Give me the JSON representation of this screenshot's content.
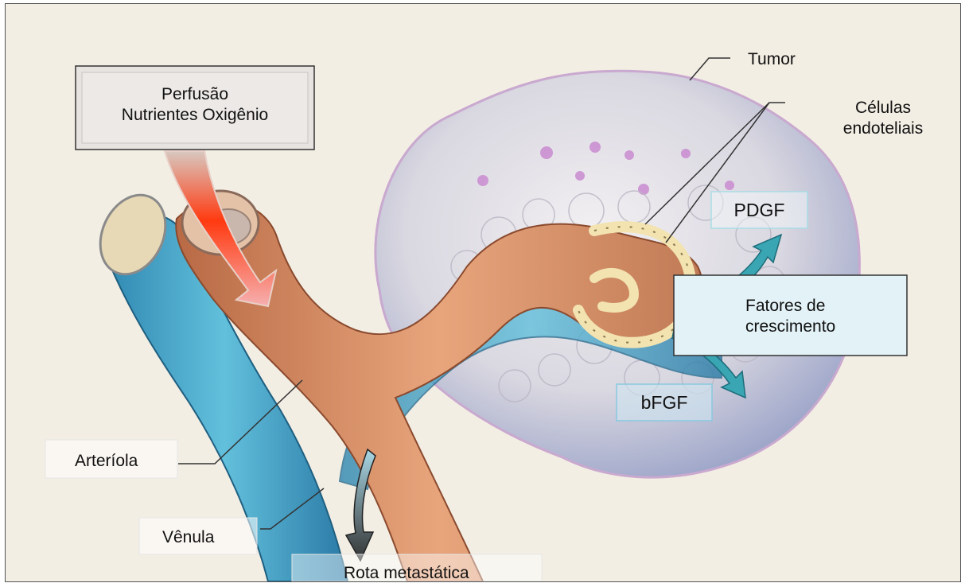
{
  "labels": {
    "perfusion_line1": "Perfusão",
    "perfusion_line2": "Nutrientes Oxigênio",
    "tumor": "Tumor",
    "endothelial_line1": "Células",
    "endothelial_line2": "endoteliais",
    "pdgf": "PDGF",
    "growth_factors_line1": "Fatores de",
    "growth_factors_line2": "crescimento",
    "bfgf": "bFGF",
    "arteriole": "Arteríola",
    "venule": "Vênula",
    "metastatic_route": "Rota metastática"
  },
  "colors": {
    "tumor": "#d9d7e0",
    "artery": "#d98f66",
    "vein": "#3f9fc4",
    "endothelium": "#f2e3b0",
    "flow_arrow": "#ff3a10",
    "factor_arrow": "#3aa6b3"
  }
}
